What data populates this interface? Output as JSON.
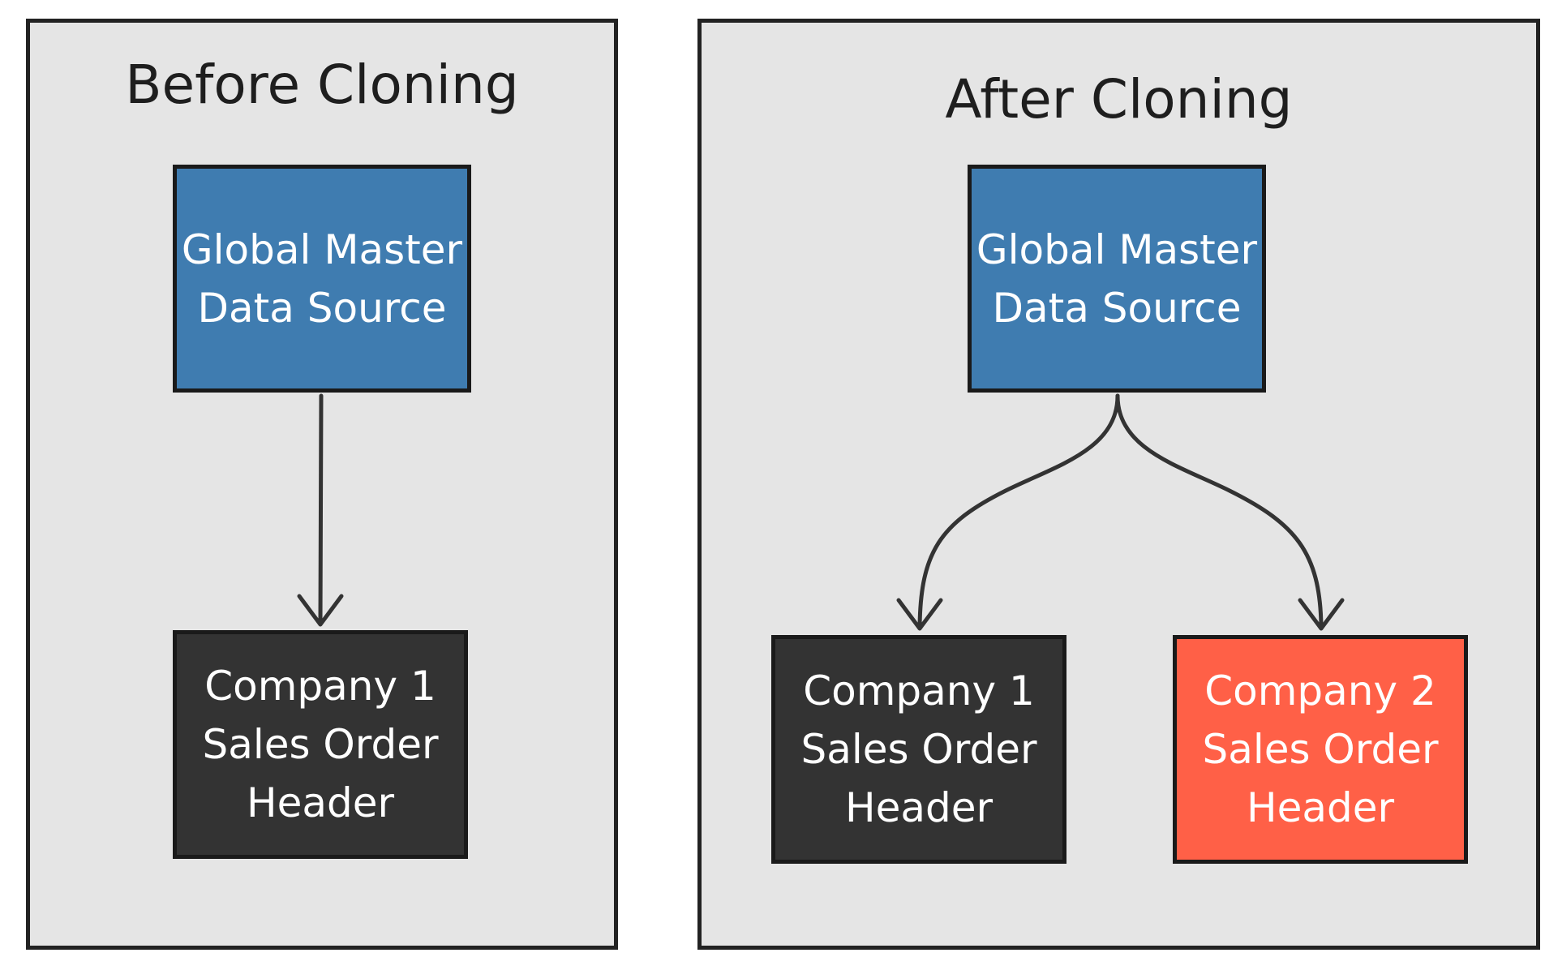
{
  "panels": {
    "before": {
      "title": "Before Cloning",
      "source": {
        "line1": "Global Master",
        "line2": "Data Source"
      },
      "target": {
        "line1": "Company 1",
        "line2": "Sales Order",
        "line3": "Header"
      }
    },
    "after": {
      "title": "After Cloning",
      "source": {
        "line1": "Global Master",
        "line2": "Data Source"
      },
      "target1": {
        "line1": "Company 1",
        "line2": "Sales Order",
        "line3": "Header"
      },
      "target2": {
        "line1": "Company 2",
        "line2": "Sales Order",
        "line3": "Header"
      }
    }
  },
  "colors": {
    "panel_background": "#e5e5e5",
    "border": "#222222",
    "source_node": "#3f7cb0",
    "existing_company_node": "#333333",
    "cloned_company_node": "#ff6047",
    "arrow": "#333333",
    "node_text": "#ffffff"
  }
}
